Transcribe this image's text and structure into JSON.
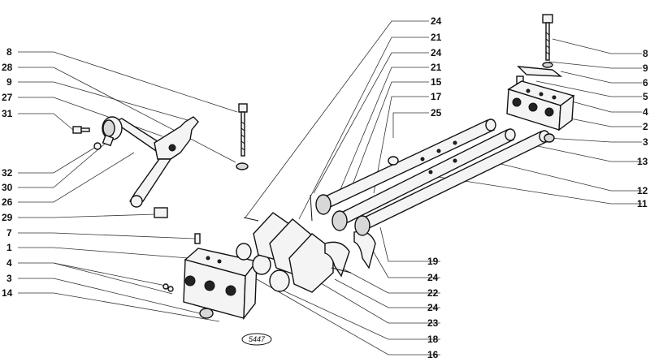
{
  "figure_code": "5447",
  "callouts_left": [
    "8",
    "28",
    "9",
    "27",
    "31",
    "32",
    "30",
    "26",
    "29",
    "7",
    "1",
    "4",
    "3",
    "14"
  ],
  "callouts_middle": [
    "24",
    "21",
    "24",
    "21",
    "15",
    "17",
    "25"
  ],
  "callouts_right": [
    "8",
    "9",
    "6",
    "5",
    "4",
    "2",
    "3",
    "13",
    "12",
    "11"
  ],
  "callouts_bottom": [
    "19",
    "24",
    "22",
    "24",
    "23",
    "18",
    "16"
  ]
}
